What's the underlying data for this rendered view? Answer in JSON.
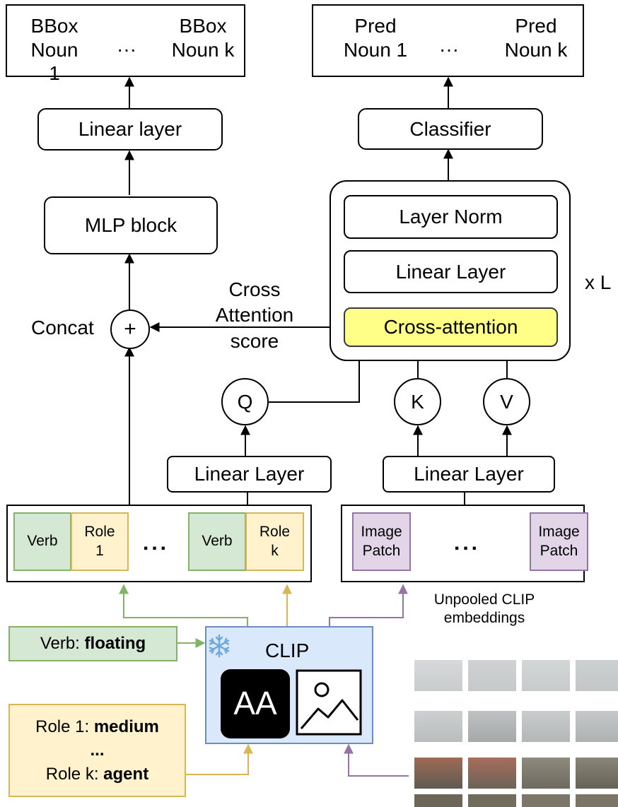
{
  "outputs_left": {
    "col1_line1": "BBox",
    "col1_line2": "Noun 1",
    "ellipsis": "···",
    "col2_line1": "BBox",
    "col2_line2": "Noun k"
  },
  "outputs_right": {
    "col1_line1": "Pred",
    "col1_line2": "Noun 1",
    "ellipsis": "···",
    "col2_line1": "Pred",
    "col2_line2": "Noun k"
  },
  "linear_layer_top": "Linear layer",
  "mlp_block": "MLP block",
  "classifier": "Classifier",
  "transformer": {
    "layer_norm": "Layer Norm",
    "linear_layer": "Linear Layer",
    "cross_attention": "Cross-attention",
    "repeat": "x L"
  },
  "concat": {
    "label": "Concat",
    "symbol": "+"
  },
  "cross_attention_score": {
    "line1": "Cross",
    "line2": "Attention",
    "line3": "score"
  },
  "q": "Q",
  "k": "K",
  "v": "V",
  "linear_layer_q": "Linear Layer",
  "linear_layer_kv": "Linear Layer",
  "text_tokens": {
    "verb1": "Verb",
    "role1_line1": "Role",
    "role1_line2": "1",
    "dots": "...",
    "verb2": "Verb",
    "rolek_line1": "Role",
    "rolek_line2": "k"
  },
  "image_tokens": {
    "patch1_line1": "Image",
    "patch1_line2": "Patch",
    "dots": "...",
    "patch2_line1": "Image",
    "patch2_line2": "Patch"
  },
  "unpooled": {
    "line1": "Unpooled CLIP",
    "line2": "embeddings"
  },
  "verb_input": {
    "prefix": "Verb: ",
    "value": "floating"
  },
  "role_input": {
    "line1_prefix": "Role 1: ",
    "line1_value": "medium",
    "line2": "...",
    "line3_prefix": "Role k: ",
    "line3_value": "agent"
  },
  "clip": {
    "title": "CLIP",
    "text_icon": "AA",
    "frozen_icon": "snowflake-icon",
    "image_icon": "image-icon"
  },
  "colors": {
    "green_fill": "#d5e8d4",
    "green_stroke": "#82b366",
    "yellow_fill": "#fff2cc",
    "yellow_stroke": "#d6b656",
    "purple_fill": "#e1d5e7",
    "purple_stroke": "#9673a6",
    "clip_fill": "#dae8fc",
    "clip_stroke": "#6c8ebf",
    "cross_attention_fill": "#ffff88",
    "cross_attention_stroke": "#36393d"
  }
}
